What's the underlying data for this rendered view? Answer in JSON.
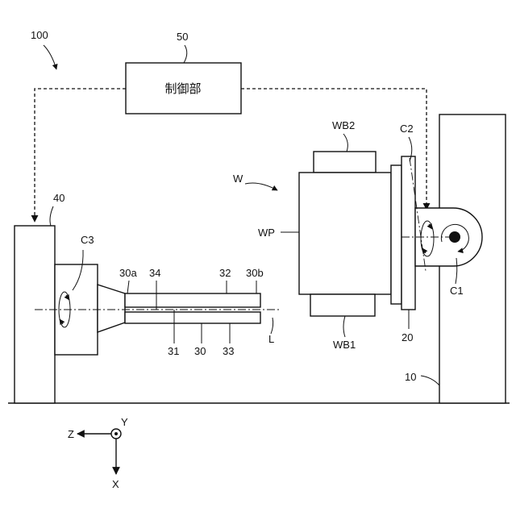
{
  "labels": {
    "system": "100",
    "controller_ref": "50",
    "controller_text": "制御部",
    "workpiece_group": "W",
    "blade_top": "WB2",
    "blade_bottom": "WB1",
    "workpiece": "WP",
    "rotation_c2": "C2",
    "rotation_c1": "C1",
    "rotation_c3": "C3",
    "holder": "20",
    "column": "10",
    "tool_drive": "40",
    "tool": "30",
    "tool_end_a": "30a",
    "tool_end_b": "30b",
    "part_31": "31",
    "part_32": "32",
    "part_33": "33",
    "part_34": "34",
    "axis_line": "L",
    "axis_z": "Z",
    "axis_y": "Y",
    "axis_x": "X"
  }
}
